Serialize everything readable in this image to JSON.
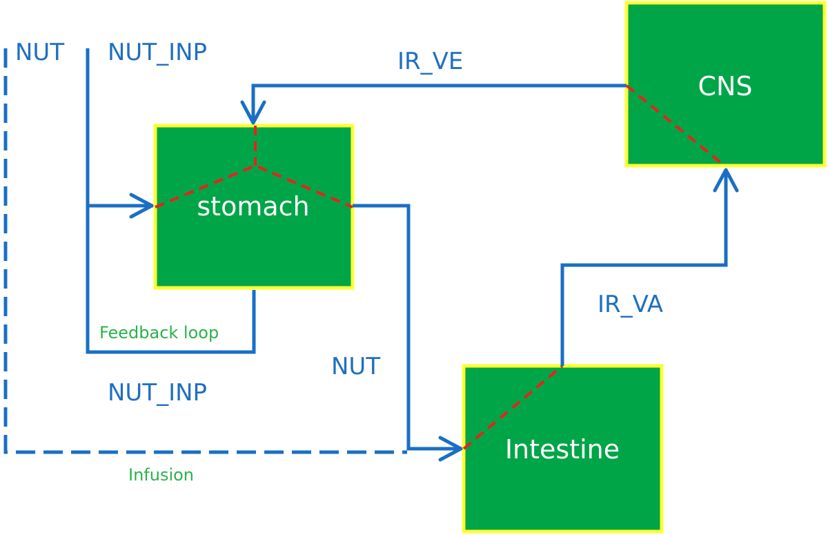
{
  "nodes": {
    "stomach": "stomach",
    "intestine": "Intestine",
    "cns": "CNS"
  },
  "labels": {
    "nut_top": "NUT",
    "nut_inp_top": "NUT_INP",
    "ir_ve": "IR_VE",
    "ir_va": "IR_VA",
    "feedback_loop": "Feedback loop",
    "nut_mid": "NUT",
    "nut_inp_bottom": "NUT_INP",
    "infusion": "Infusion"
  },
  "colors": {
    "node_fill": "#00a547",
    "node_border": "#ffff33",
    "flow": "#1a6fc4",
    "boundary": "#e8221c",
    "annotation": "#2ab24a"
  }
}
